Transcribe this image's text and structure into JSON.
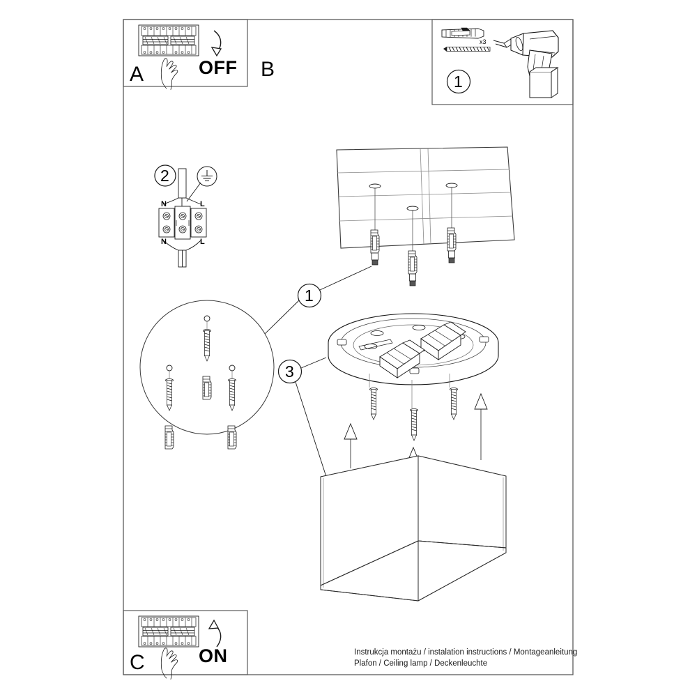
{
  "document": {
    "type": "assembly-instruction-sheet",
    "product_title": "Plafon / Ceiling lamp / Deckenleuchte",
    "instruction_title": "Instrukcja montażu / instalation instructions / Montageanleitung"
  },
  "panels": {
    "power_off": {
      "letter": "A",
      "action_label": "OFF",
      "icon": "fuse-box-breaker-panel",
      "hand_icon": "hand-pointing-icon",
      "arrow_icon": "curved-arrow-down-icon"
    },
    "power_on": {
      "letter": "C",
      "action_label": "ON",
      "icon": "fuse-box-breaker-panel",
      "hand_icon": "hand-pointing-icon",
      "arrow_icon": "curved-arrow-up-icon"
    },
    "main": {
      "letter": "B"
    },
    "tools": {
      "step_number": "1",
      "quantity_label": "x3",
      "wall_plug_icon": "wall-plug-anchor-icon",
      "screw_icon": "screw-icon",
      "drill_icon": "power-drill-icon"
    }
  },
  "wiring": {
    "step_number": "2",
    "earth_icon": "earth-ground-symbol",
    "terminal_icon": "terminal-block-icon",
    "top_left_label": "N",
    "top_right_label": "L",
    "bottom_left_label": "N",
    "bottom_right_label": "L"
  },
  "assembly": {
    "callouts": [
      {
        "number": "1",
        "target": "ceiling-wall-plugs"
      },
      {
        "number": "3",
        "target": "lamp-shade-body"
      }
    ],
    "ceiling_icon": "ceiling-surface-icon",
    "mounting_plate_icon": "round-mounting-plate-icon",
    "shade_icon": "hexagonal-lamp-shade-icon",
    "detail_circle_icon": "magnified-detail-circle"
  },
  "colors": {
    "line": "#1a1a1a",
    "thin_line": "#555555",
    "background": "#ffffff",
    "text": "#000000"
  }
}
